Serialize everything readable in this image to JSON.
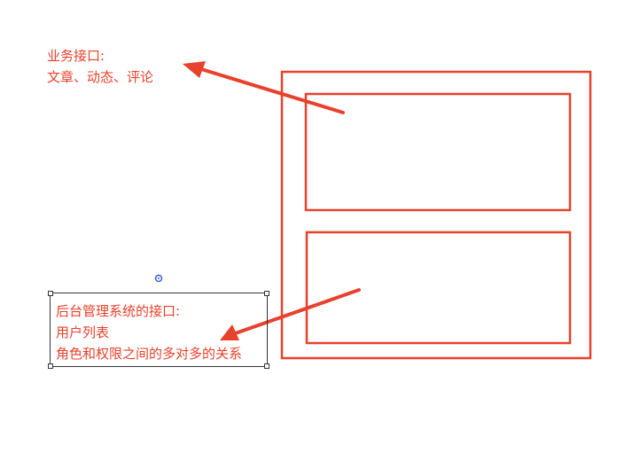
{
  "colors": {
    "accent": "#e8412c",
    "selection": "#333333",
    "rotate_handle": "#3b5bd6"
  },
  "notes": {
    "business": {
      "title": "业务接口:",
      "line1": "文章、动态、评论"
    },
    "admin": {
      "title": "后台管理系统的接口:",
      "line1": "用户列表",
      "line2": "角色和权限之间的多对多的关系"
    }
  },
  "icons": {
    "rotate": "rotate-handle-icon"
  }
}
